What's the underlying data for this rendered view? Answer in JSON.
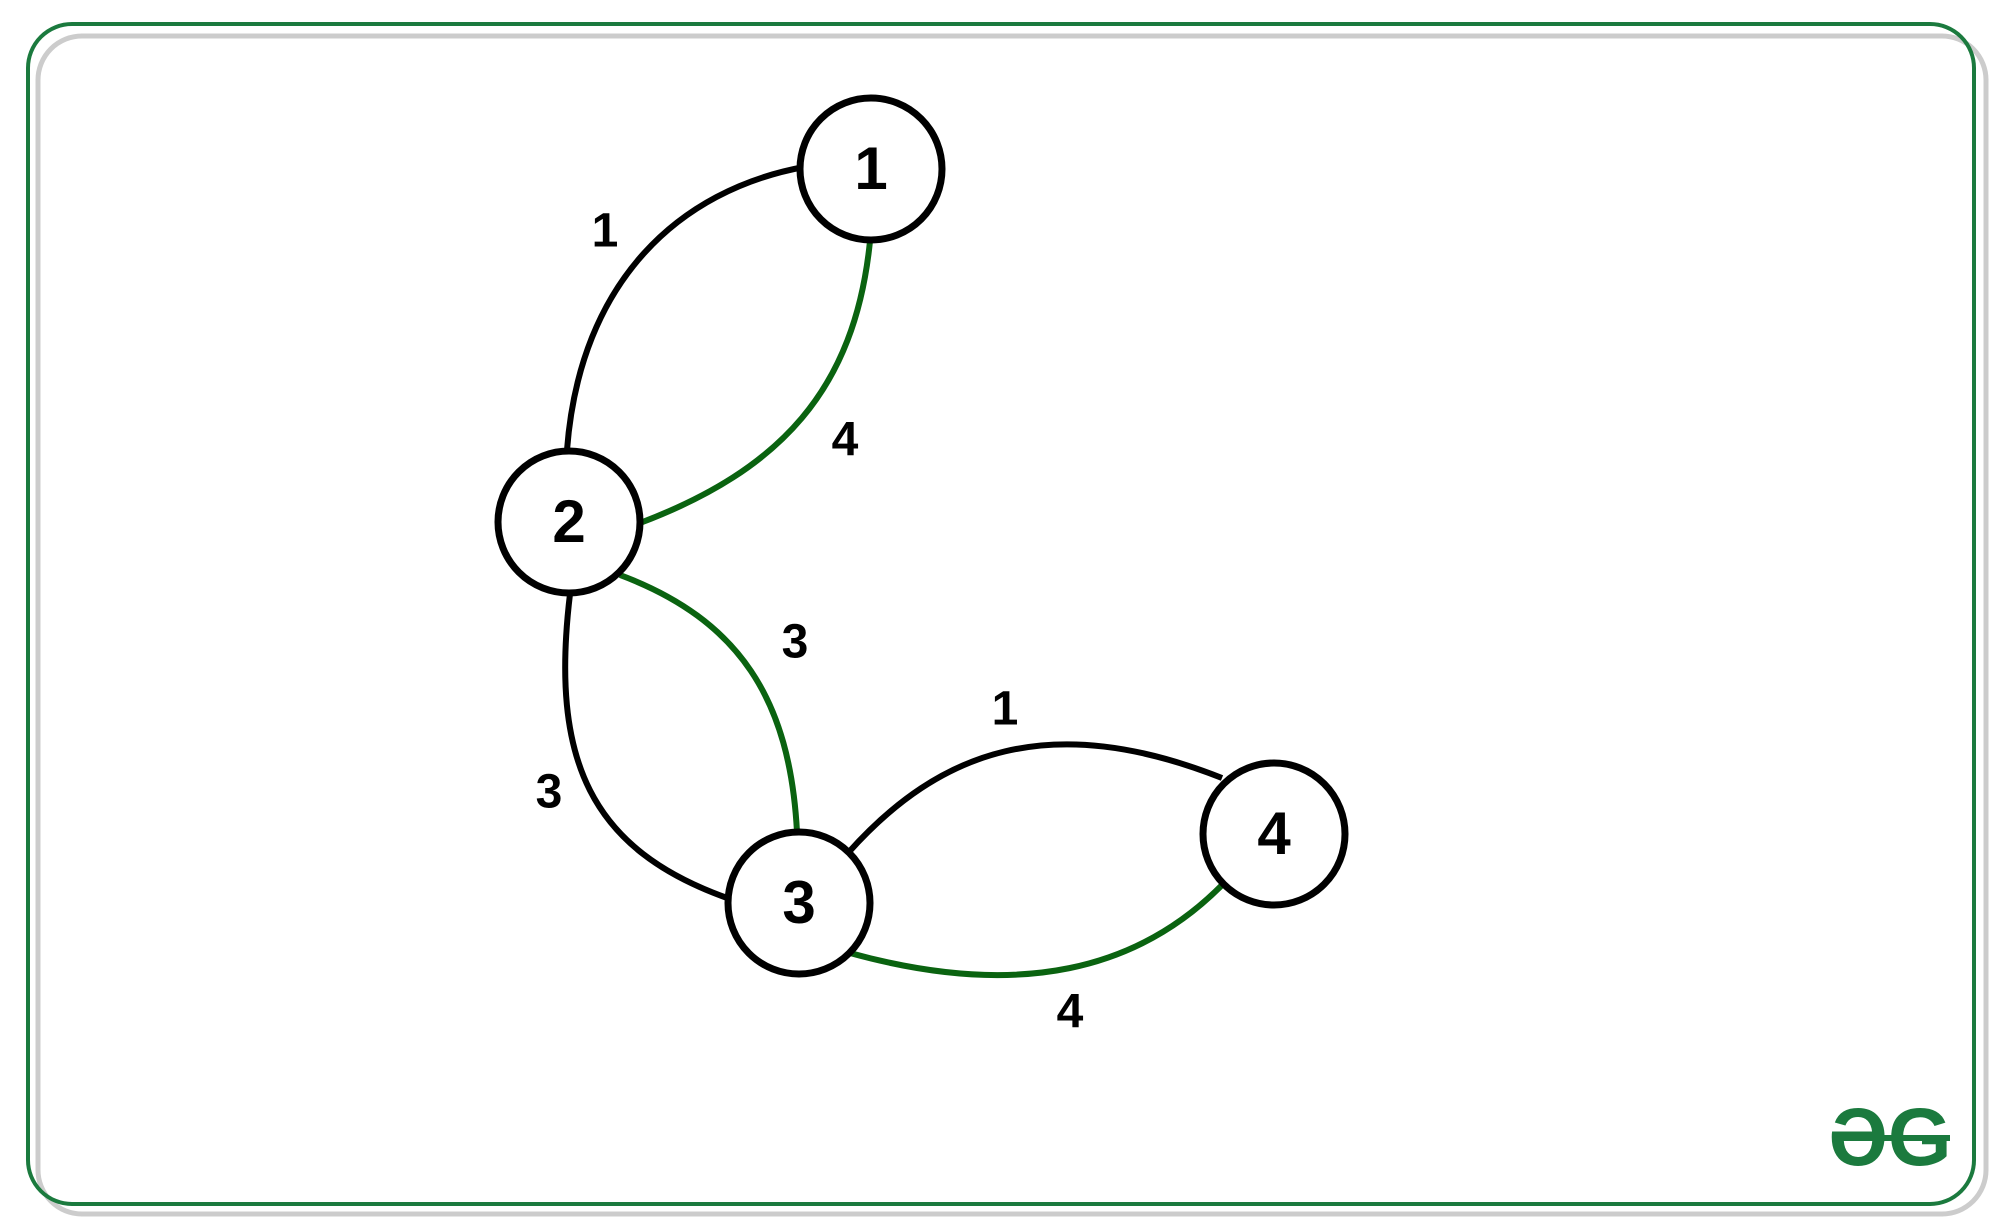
{
  "colors": {
    "frame_border": "#1b7a3e",
    "frame_shadow": "#cccccc",
    "edge_default": "#000000",
    "edge_highlight": "#0a6310",
    "node_fill": "#ffffff",
    "node_stroke": "#000000",
    "text": "#000000",
    "logo": "#1b7a3e"
  },
  "graph": {
    "nodes": [
      {
        "id": "n1",
        "label": "1"
      },
      {
        "id": "n2",
        "label": "2"
      },
      {
        "id": "n3",
        "label": "3"
      },
      {
        "id": "n4",
        "label": "4"
      }
    ],
    "edges": [
      {
        "id": "e12a",
        "from": "1",
        "to": "2",
        "weight": "1",
        "highlighted": false
      },
      {
        "id": "e12b",
        "from": "1",
        "to": "2",
        "weight": "4",
        "highlighted": true
      },
      {
        "id": "e23a",
        "from": "2",
        "to": "3",
        "weight": "3",
        "highlighted": true
      },
      {
        "id": "e23b",
        "from": "2",
        "to": "3",
        "weight": "3",
        "highlighted": false
      },
      {
        "id": "e34a",
        "from": "3",
        "to": "4",
        "weight": "1",
        "highlighted": false
      },
      {
        "id": "e34b",
        "from": "3",
        "to": "4",
        "weight": "4",
        "highlighted": true
      }
    ]
  },
  "logo": {
    "text": "ƏG"
  }
}
